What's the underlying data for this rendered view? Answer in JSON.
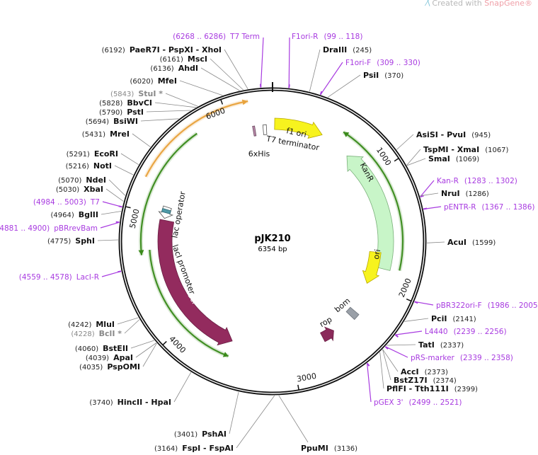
{
  "watermark": {
    "prefix": "Created with ",
    "brand": "SnapGene®"
  },
  "plasmid": {
    "name": "pJK210",
    "length_label": "6354 bp",
    "length": 6354
  },
  "ticks": [
    {
      "bp": 1000,
      "label": "1000"
    },
    {
      "bp": 2000,
      "label": "2000"
    },
    {
      "bp": 3000,
      "label": "3000"
    },
    {
      "bp": 4000,
      "label": "4000"
    },
    {
      "bp": 5000,
      "label": "5000"
    },
    {
      "bp": 6000,
      "label": "6000"
    }
  ],
  "sites": [
    {
      "name": "T7 Term",
      "pos": "(6268 .. 6286)",
      "bp": 6277,
      "type": "primer"
    },
    {
      "name": "PaeR7I  - PspXI  - XhoI",
      "pos": "(6192)",
      "bp": 6192,
      "type": "enzyme"
    },
    {
      "name": "MscI",
      "pos": "(6161)",
      "bp": 6161,
      "type": "enzyme"
    },
    {
      "name": "AhdI",
      "pos": "(6136)",
      "bp": 6136,
      "type": "enzyme"
    },
    {
      "name": "MfeI",
      "pos": "(6020)",
      "bp": 6020,
      "type": "enzyme"
    },
    {
      "name": "StuI *",
      "pos": "(5843)",
      "bp": 5843,
      "type": "blocked"
    },
    {
      "name": "BbvCI",
      "pos": "(5828)",
      "bp": 5828,
      "type": "enzyme"
    },
    {
      "name": "PstI",
      "pos": "(5790)",
      "bp": 5790,
      "type": "enzyme"
    },
    {
      "name": "BsiWI",
      "pos": "(5694)",
      "bp": 5694,
      "type": "enzyme"
    },
    {
      "name": "MreI",
      "pos": "(5431)",
      "bp": 5431,
      "type": "enzyme"
    },
    {
      "name": "EcoRI",
      "pos": "(5291)",
      "bp": 5291,
      "type": "enzyme"
    },
    {
      "name": "NotI",
      "pos": "(5216)",
      "bp": 5216,
      "type": "enzyme"
    },
    {
      "name": "NdeI",
      "pos": "(5070)",
      "bp": 5070,
      "type": "enzyme"
    },
    {
      "name": "XbaI",
      "pos": "(5030)",
      "bp": 5030,
      "type": "enzyme"
    },
    {
      "name": "T7",
      "pos": "(4984 .. 5003)",
      "bp": 4993,
      "type": "primer"
    },
    {
      "name": "BglII",
      "pos": "(4964)",
      "bp": 4964,
      "type": "enzyme"
    },
    {
      "name": "pBRrevBam",
      "pos": "(4881 .. 4900)",
      "bp": 4890,
      "type": "primer"
    },
    {
      "name": "SphI",
      "pos": "(4775)",
      "bp": 4775,
      "type": "enzyme"
    },
    {
      "name": "LacI-R",
      "pos": "(4559 .. 4578)",
      "bp": 4568,
      "type": "primer"
    },
    {
      "name": "MluI",
      "pos": "(4242)",
      "bp": 4242,
      "type": "enzyme"
    },
    {
      "name": "BclI *",
      "pos": "(4228)",
      "bp": 4228,
      "type": "blocked"
    },
    {
      "name": "BstEII",
      "pos": "(4060)",
      "bp": 4060,
      "type": "enzyme"
    },
    {
      "name": "ApaI",
      "pos": "(4039)",
      "bp": 4039,
      "type": "enzyme"
    },
    {
      "name": "PspOMI",
      "pos": "(4035)",
      "bp": 4035,
      "type": "enzyme"
    },
    {
      "name": "HincII  - HpaI",
      "pos": "(3740)",
      "bp": 3740,
      "type": "enzyme"
    },
    {
      "name": "PshAI",
      "pos": "(3401)",
      "bp": 3401,
      "type": "enzyme"
    },
    {
      "name": "FspI  - FspAI",
      "pos": "(3164)",
      "bp": 3164,
      "type": "enzyme"
    },
    {
      "name": "F1ori-R",
      "pos": "(99 .. 118)",
      "bp": 108,
      "type": "primer"
    },
    {
      "name": "DraIII",
      "pos": "(245)",
      "bp": 245,
      "type": "enzyme"
    },
    {
      "name": "F1ori-F",
      "pos": "(309 .. 330)",
      "bp": 320,
      "type": "primer"
    },
    {
      "name": "PsiI",
      "pos": "(370)",
      "bp": 370,
      "type": "enzyme"
    },
    {
      "name": "AsiSI  - PvuI",
      "pos": "(945)",
      "bp": 945,
      "type": "enzyme"
    },
    {
      "name": "TspMI  - XmaI",
      "pos": "(1067)",
      "bp": 1067,
      "type": "enzyme"
    },
    {
      "name": "SmaI",
      "pos": "(1069)",
      "bp": 1069,
      "type": "enzyme"
    },
    {
      "name": "Kan-R",
      "pos": "(1283 .. 1302)",
      "bp": 1292,
      "type": "primer"
    },
    {
      "name": "NruI",
      "pos": "(1286)",
      "bp": 1286,
      "type": "enzyme"
    },
    {
      "name": "pENTR-R",
      "pos": "(1367 .. 1386)",
      "bp": 1376,
      "type": "primer"
    },
    {
      "name": "AcuI",
      "pos": "(1599)",
      "bp": 1599,
      "type": "enzyme"
    },
    {
      "name": "pBR322ori-F",
      "pos": "(1986 .. 2005)",
      "bp": 1995,
      "type": "primer"
    },
    {
      "name": "PciI",
      "pos": "(2141)",
      "bp": 2141,
      "type": "enzyme"
    },
    {
      "name": "L4440",
      "pos": "(2239 .. 2256)",
      "bp": 2247,
      "type": "primer"
    },
    {
      "name": "TatI",
      "pos": "(2337)",
      "bp": 2337,
      "type": "enzyme"
    },
    {
      "name": "pRS-marker",
      "pos": "(2339 .. 2358)",
      "bp": 2348,
      "type": "primer"
    },
    {
      "name": "AccI",
      "pos": "(2373)",
      "bp": 2373,
      "type": "enzyme"
    },
    {
      "name": "BstZ17I",
      "pos": "(2374)",
      "bp": 2374,
      "type": "enzyme"
    },
    {
      "name": "PflFI  - Tth111I",
      "pos": "(2399)",
      "bp": 2399,
      "type": "enzyme"
    },
    {
      "name": "pGEX 3'",
      "pos": "(2499 .. 2521)",
      "bp": 2510,
      "type": "primer"
    },
    {
      "name": "PpuMI",
      "pos": "(3136)",
      "bp": 3136,
      "type": "enzyme"
    }
  ],
  "features": [
    {
      "name": "f1 ori",
      "start": 18,
      "end": 441,
      "dir": 1,
      "color": "#f7f31e",
      "stroke": "#b8a800"
    },
    {
      "name": "KanR",
      "start": 724,
      "end": 1836,
      "dir": -1,
      "color": "#c8f5c8",
      "stroke": "#7ab07a"
    },
    {
      "name": "ori",
      "start": 1694,
      "end": 2012,
      "dir": 1,
      "color": "#f7f31e",
      "stroke": "#b8a800"
    },
    {
      "name": "rop",
      "start": 2570,
      "end": 2690,
      "dir": -1,
      "color": "#8b2a5a",
      "stroke": "#6a1f44"
    },
    {
      "name": "bom",
      "start": 2300,
      "end": 2360,
      "dir": 0,
      "color": "#9aa0a8",
      "stroke": "#6c727a"
    },
    {
      "name": "lacI",
      "start": 3565,
      "end": 4960,
      "dir": -1,
      "color": "#932b5e",
      "stroke": "#6a1f44"
    },
    {
      "name": "lacI promoter",
      "start": 4977,
      "end": 5083,
      "dir": -1,
      "color": "#ffffff",
      "stroke": "#555555"
    },
    {
      "name": "lac operator",
      "start": 5030,
      "end": 5060,
      "dir": 0,
      "color": "#4f9aa8",
      "stroke": "#2d6570"
    },
    {
      "name": "6xHis",
      "start": 6180,
      "end": 6198,
      "dir": 0,
      "color": "#b888a8",
      "stroke": "#6a4a60"
    },
    {
      "name": "T7 terminator",
      "start": 6270,
      "end": 6300,
      "dir": 0,
      "color": "#ffffff",
      "stroke": "#555555"
    }
  ],
  "orfs": [
    {
      "start": 5242,
      "end": 6178,
      "dir": 1,
      "color": "#e8a33c"
    },
    {
      "start": 4659,
      "end": 5736,
      "dir": -1,
      "color": "#3a8a1a"
    },
    {
      "start": 3548,
      "end": 4695,
      "dir": -1,
      "color": "#3a8a1a"
    },
    {
      "start": 582,
      "end": 1818,
      "dir": -1,
      "color": "#3a8a1a"
    }
  ]
}
